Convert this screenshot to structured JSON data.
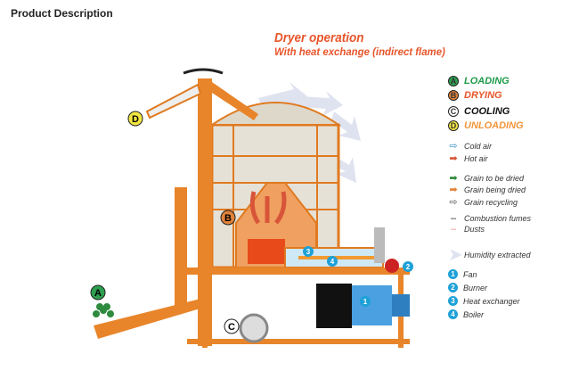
{
  "heading": "Product Description",
  "diagram": {
    "title": "Dryer operation",
    "subtitle": "With heat exchange (indirect flame)",
    "phases": [
      {
        "letter": "A",
        "label": "LOADING",
        "color": "#1f9a4a",
        "fill": "#2e9e4f"
      },
      {
        "letter": "B",
        "label": "DRYING",
        "color": "#e8552a",
        "fill": "#e0823a"
      },
      {
        "letter": "C",
        "label": "COOLING",
        "color": "#111111",
        "fill": "#ffffff"
      },
      {
        "letter": "D",
        "label": "UNLOADING",
        "color": "#f0953a",
        "fill": "#f3e642"
      }
    ],
    "arrows": [
      {
        "label": "Cold air",
        "color": "#3a8fc4"
      },
      {
        "label": "Hot air",
        "color": "#d8553a"
      },
      {
        "label": "Grain to be dried",
        "color": "#2e8a3e"
      },
      {
        "label": "Grain being dried",
        "color": "#e0823a"
      },
      {
        "label": "Grain recycling",
        "color": "#555555"
      }
    ],
    "lines": [
      {
        "label": "Combustion fumes",
        "color": "#222222"
      },
      {
        "label": "Dusts",
        "color": "#e88a8a"
      }
    ],
    "humidity": "Humidity extracted",
    "components": [
      {
        "number": "1",
        "label": "Fan"
      },
      {
        "number": "2",
        "label": "Burner"
      },
      {
        "number": "3",
        "label": "Heat exchanger"
      },
      {
        "number": "4",
        "label": "Boiler"
      }
    ]
  }
}
